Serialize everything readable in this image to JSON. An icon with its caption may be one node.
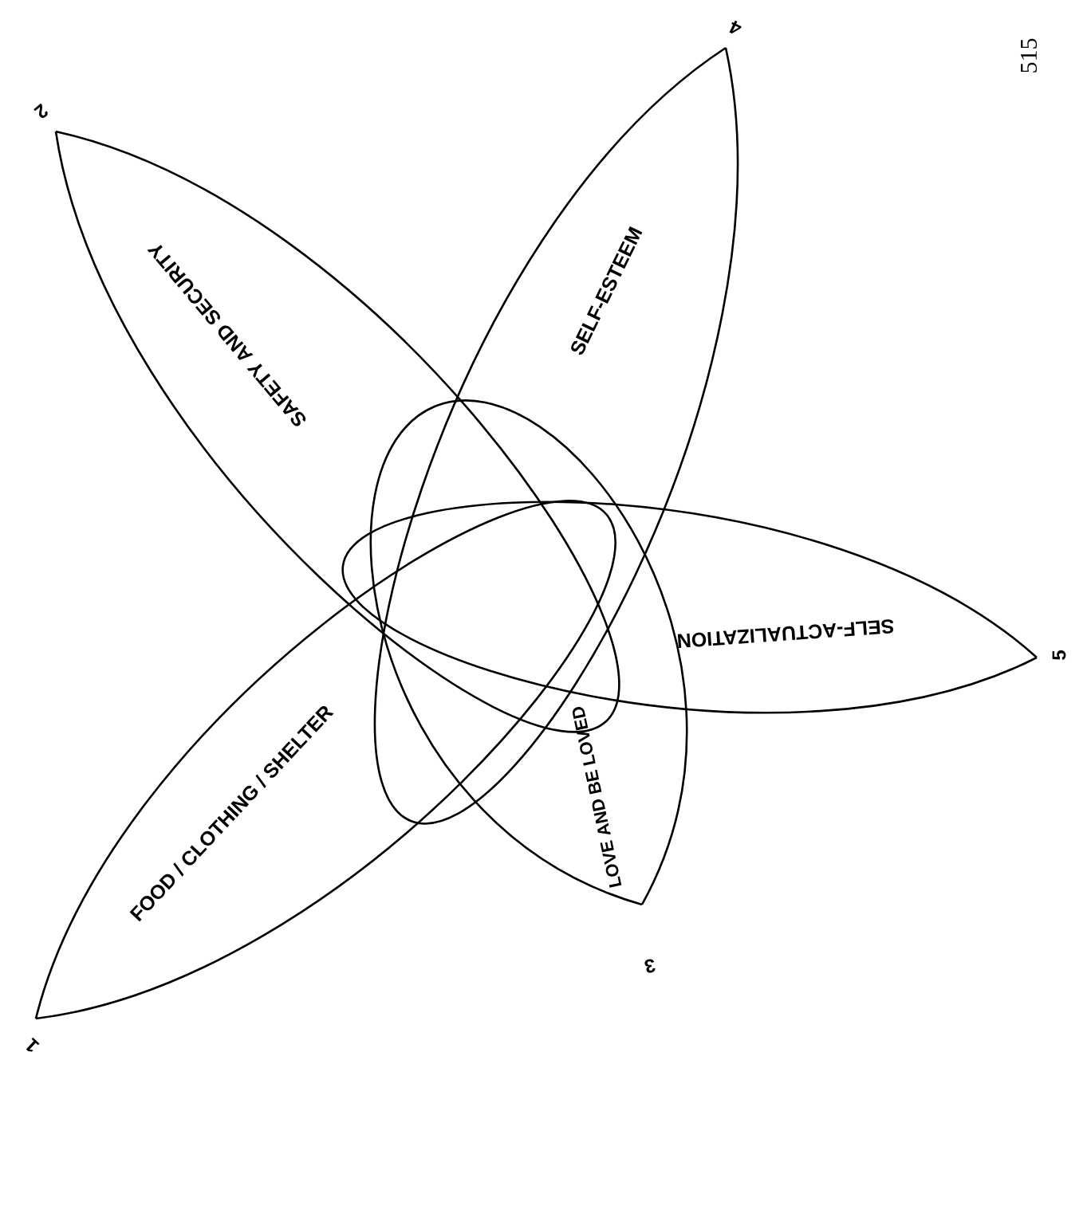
{
  "diagram": {
    "nodes": [
      {
        "text": [
          "FOOD / CLOTHING / SHELTER"
        ]
      },
      {
        "text": [
          "SAFETY AND SECURITY"
        ]
      },
      {
        "text": [
          "LOVE AND BE LOVED"
        ]
      },
      {
        "text": [
          "SELF-ESTEEM"
        ]
      },
      {
        "text": [
          "SELF-ACTUALIZATION"
        ]
      }
    ],
    "labels": [
      "4",
      "515",
      "2",
      "5",
      "3",
      "1"
    ]
  }
}
